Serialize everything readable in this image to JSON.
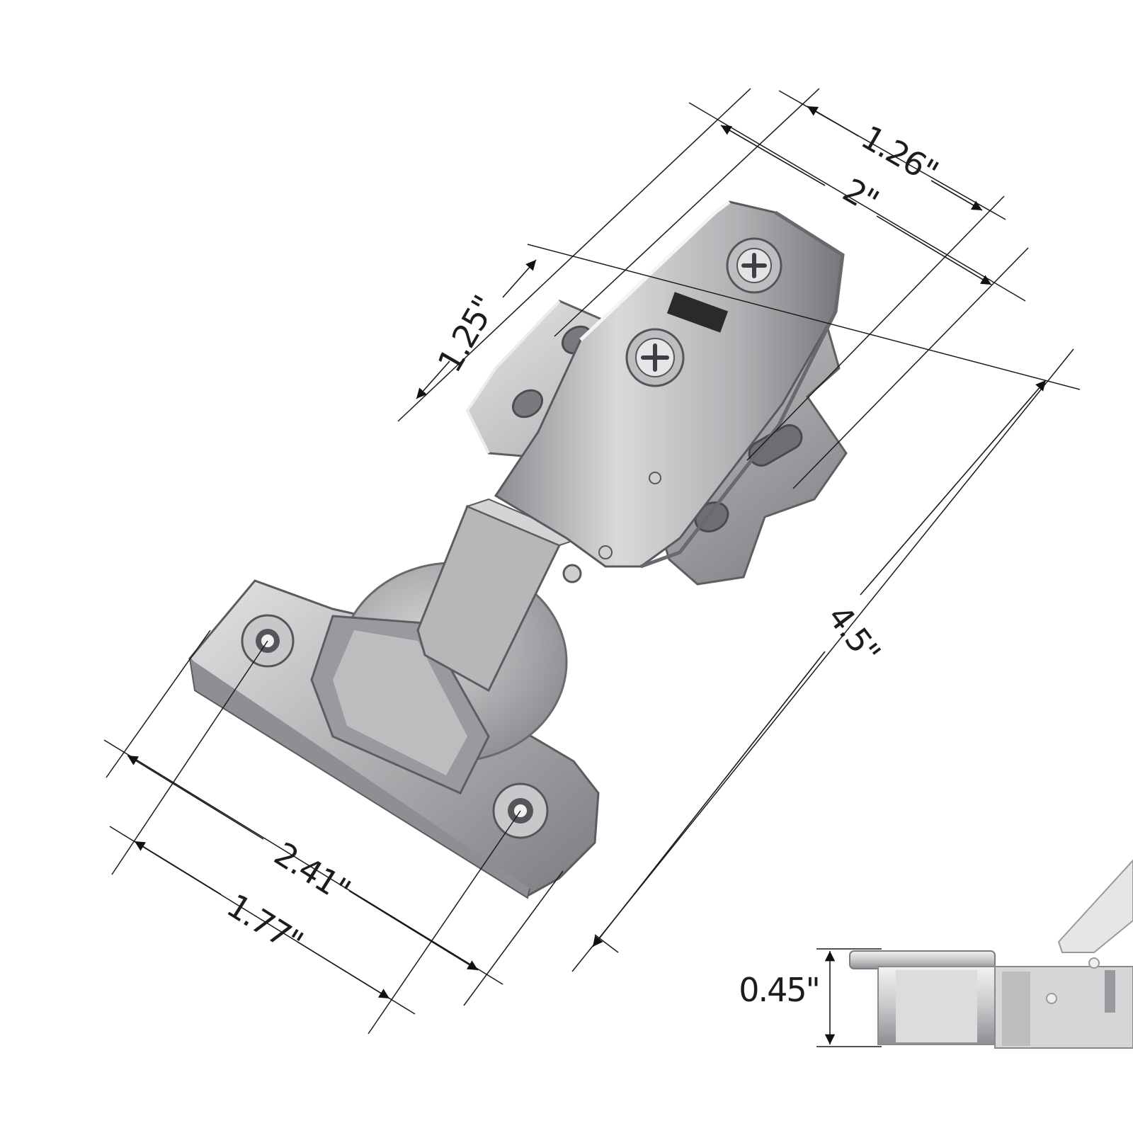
{
  "diagram": {
    "dimensions": {
      "top_outer": "1.26\"",
      "top_inner": "2\"",
      "arm_width": "1.25\"",
      "overall_length": "4.5\"",
      "plate_outer": "2.41\"",
      "plate_holes": "1.77\"",
      "height": "0.45\""
    },
    "colors": {
      "line": "#1a1a1a",
      "metal": "#a9a9ab",
      "metal_light": "#d8d8da",
      "metal_dark": "#6d6d70"
    }
  }
}
